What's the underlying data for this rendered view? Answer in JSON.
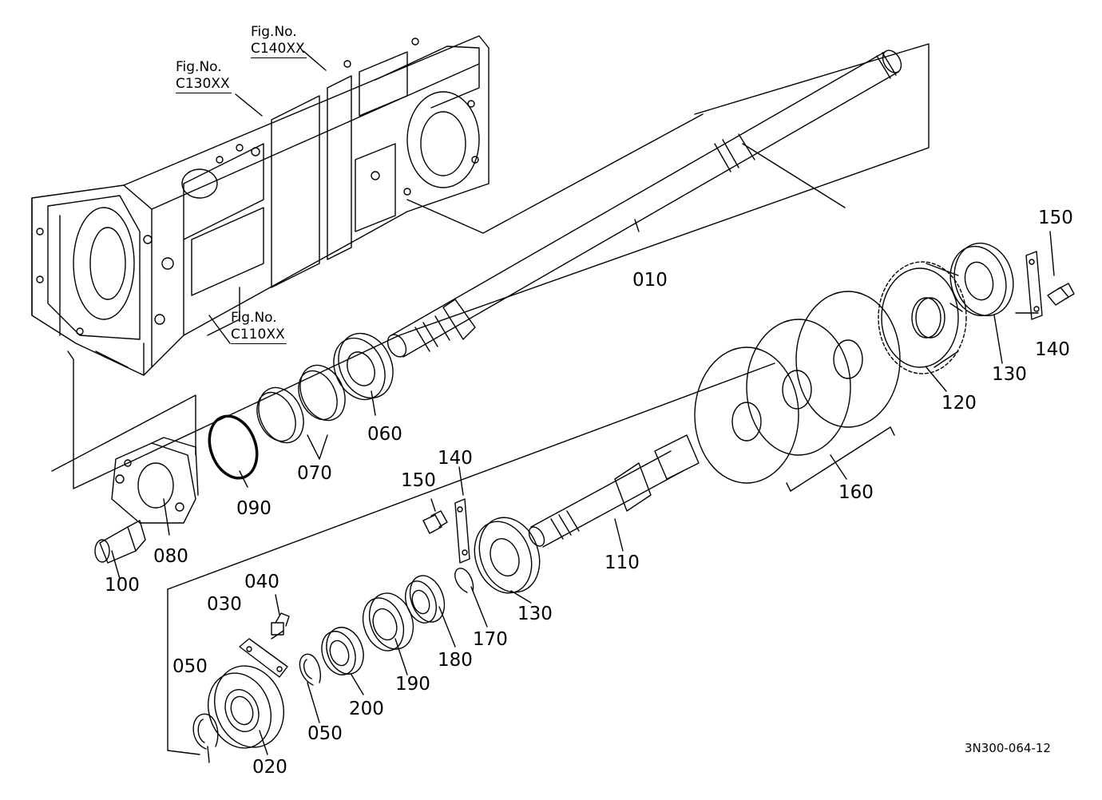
{
  "figure_refs": [
    {
      "title": "Fig.No.",
      "code": "C140XX"
    },
    {
      "title": "Fig.No.",
      "code": "C130XX"
    },
    {
      "title": "Fig.No.",
      "code": "C110XX"
    }
  ],
  "callouts": {
    "p010": "010",
    "p020": "020",
    "p030": "030",
    "p040": "040",
    "p050a": "050",
    "p050b": "050",
    "p060": "060",
    "p070": "070",
    "p080": "080",
    "p090": "090",
    "p100": "100",
    "p110": "110",
    "p120": "120",
    "p130a": "130",
    "p130b": "130",
    "p140a": "140",
    "p140b": "140",
    "p150a": "150",
    "p150b": "150",
    "p160": "160",
    "p170": "170",
    "p180": "180",
    "p190": "190",
    "p200": "200"
  },
  "document_number": "3N300-064-12",
  "colors": {
    "line": "#000000",
    "background": "#ffffff"
  }
}
